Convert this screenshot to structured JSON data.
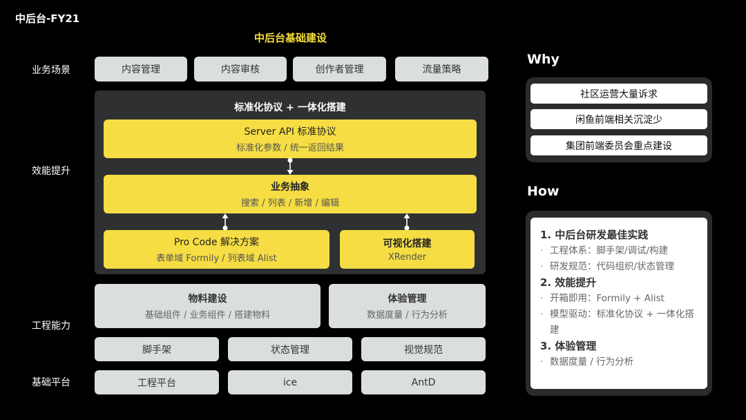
{
  "page": {
    "title": "中后台-FY21",
    "main_title": "中后台基础建设"
  },
  "colors": {
    "background": "#000000",
    "accent_yellow": "#f5dd43",
    "title_yellow": "#f5dd3e",
    "gray_box": "#dadedf",
    "dark_panel": "#2f3032"
  },
  "row_labels": {
    "business": "业务场景",
    "efficiency": "效能提升",
    "engineering": "工程能力",
    "platform": "基础平台"
  },
  "business_scenarios": [
    {
      "label": "内容管理"
    },
    {
      "label": "内容审核"
    },
    {
      "label": "创作者管理"
    },
    {
      "label": "流量策略"
    }
  ],
  "efficiency": {
    "panel_title": "标准化协议 + 一体化搭建",
    "server_api": {
      "title": "Server API 标准协议",
      "subtitle": "标准化参数 / 统一返回结果"
    },
    "business_abstraction": {
      "title": "业务抽象",
      "subtitle": "搜索 / 列表 / 新增 / 编辑"
    },
    "pro_code": {
      "title": "Pro Code 解决方案",
      "subtitle": "表单域 Formily / 列表域 Alist"
    },
    "visual_build": {
      "title": "可视化搭建",
      "subtitle": "XRender"
    }
  },
  "engineering": {
    "materials": {
      "title": "物料建设",
      "subtitle": "基础组件 / 业务组件 / 搭建物料"
    },
    "experience": {
      "title": "体验管理",
      "subtitle": "数据度量 / 行为分析"
    },
    "tools": [
      {
        "label": "脚手架"
      },
      {
        "label": "状态管理"
      },
      {
        "label": "视觉规范"
      }
    ]
  },
  "platform": [
    {
      "label": "工程平台"
    },
    {
      "label": "ice"
    },
    {
      "label": "AntD"
    }
  ],
  "why": {
    "title": "Why",
    "items": [
      {
        "label": "社区运营大量诉求"
      },
      {
        "label": "闲鱼前端相关沉淀少"
      },
      {
        "label": "集团前端委员会重点建设"
      }
    ]
  },
  "how": {
    "title": "How",
    "sections": [
      {
        "heading": "1. 中后台研发最佳实践",
        "bullets": [
          "工程体系：脚手架/调试/构建",
          "研发规范：代码组织/状态管理"
        ]
      },
      {
        "heading": "2. 效能提升",
        "bullets": [
          "开箱即用：Formily + Alist",
          "模型驱动：标准化协议 + 一体化搭建"
        ]
      },
      {
        "heading": "3. 体验管理",
        "bullets": [
          "数据度量 / 行为分析"
        ]
      }
    ],
    "bullet_glyph": "·"
  }
}
